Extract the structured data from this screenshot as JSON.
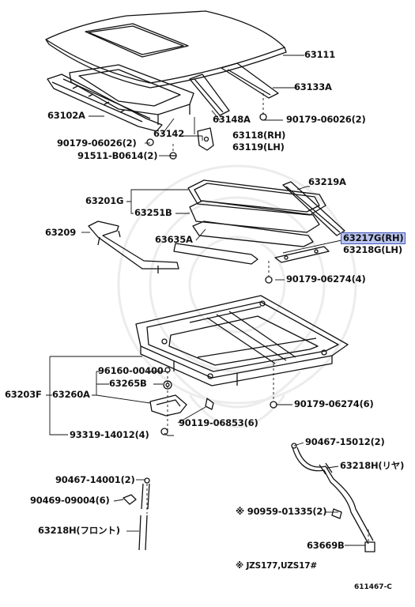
{
  "labels": {
    "p63111": "63111",
    "p63133A": "63133A",
    "p63102A": "63102A",
    "p63148A": "63148A",
    "p90179_06026_a": "90179-06026(2)",
    "p63142": "63142",
    "p63118": "63118(RH)",
    "p63119": "63119(LH)",
    "p90179_06026_b": "90179-06026(2)",
    "p91511": "91511-B0614(2)",
    "p63219A": "63219A",
    "p63201G": "63201G",
    "p63251B": "63251B",
    "p63209": "63209",
    "p63635A": "63635A",
    "p63217G": "63217G(RH)",
    "p63218G": "63218G(LH)",
    "p90179_06274_a": "90179-06274(4)",
    "p96160": "96160-00400",
    "p63265B": "63265B",
    "p63203F": "63203F",
    "p63260A": "63260A",
    "p90179_06274_b": "90179-06274(6)",
    "p90119": "90119-06853(6)",
    "p93319": "93319-14012(4)",
    "p90467_15012": "90467-15012(2)",
    "p63218H_rear": "63218H(リヤ)",
    "p90467_14001": "90467-14001(2)",
    "p90469": "90469-09004(6)",
    "p90959": "※ 90959-01335(2)",
    "p63218H_front": "63218H(フロント)",
    "p63669B": "63669B",
    "note": "※ JZS177,UZS17#",
    "ref": "611467-C"
  }
}
